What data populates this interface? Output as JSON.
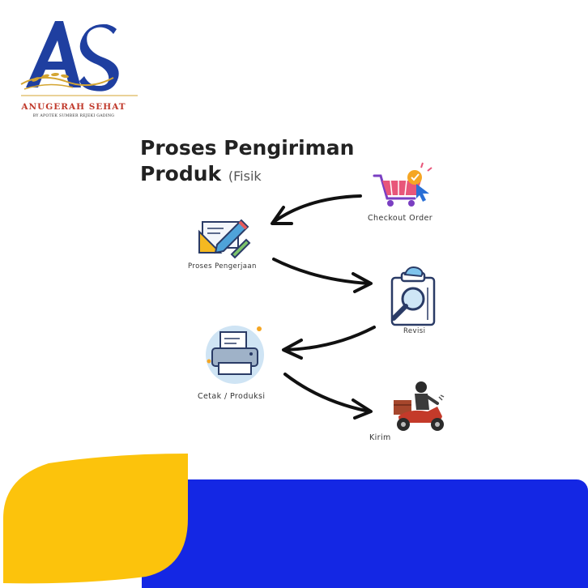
{
  "brand": {
    "monogram": "AS",
    "name": "ANUGERAH SEHAT",
    "tagline": "BY APOTEK SUMBER REJEKI GADING"
  },
  "title": {
    "line1": "Proses Pengiriman",
    "line2": "Produk",
    "suffix": "(Fisik"
  },
  "steps": [
    {
      "label": "Checkout Order",
      "icon": "shopping-cart-icon"
    },
    {
      "label": "Proses Pengerjaan",
      "icon": "design-tools-icon"
    },
    {
      "label": "Revisi",
      "icon": "clipboard-search-icon"
    },
    {
      "label": "Cetak / Produksi",
      "icon": "printer-icon"
    },
    {
      "label": "Kirim",
      "icon": "delivery-scooter-icon"
    }
  ],
  "colors": {
    "blue_band": "#1427e4",
    "yellow_leaf": "#fcc30c",
    "logo_blue": "#1f3fa0",
    "logo_gold": "#d4a531",
    "brand_red": "#c0392b"
  }
}
